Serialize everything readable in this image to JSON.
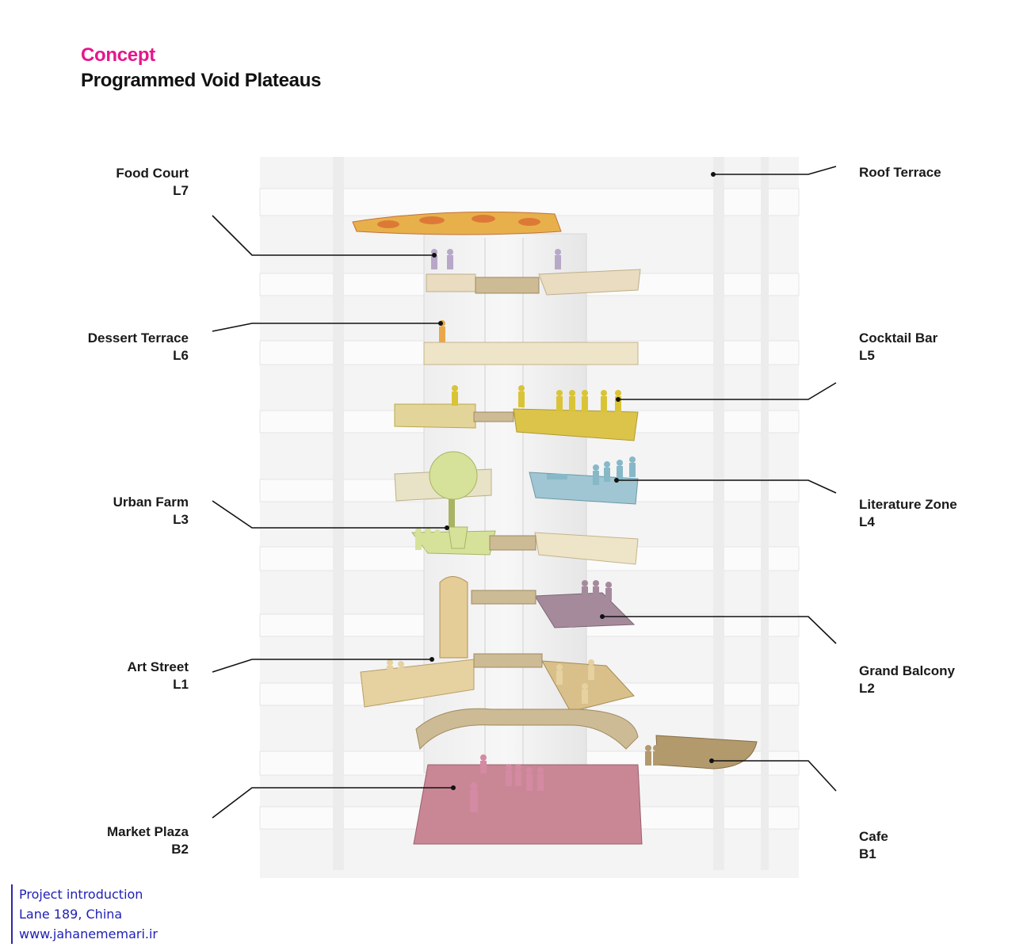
{
  "header": {
    "concept": "Concept",
    "title": "Programmed Void Plateaus"
  },
  "colors": {
    "accent": "#e6168a",
    "credit_text": "#2020b8",
    "food_court": "#e8b04a",
    "dessert_terrace": "#e8a84a",
    "cocktail_bar": "#d9c437",
    "literature_zone": "#86b8c8",
    "urban_farm": "#d6e29a",
    "grand_balcony": "#a58a9c",
    "art_street": "#e6d1a0",
    "market_plaza": "#c98796",
    "cafe": "#b29a6d"
  },
  "labels_left": [
    {
      "name": "Food Court",
      "level": "L7"
    },
    {
      "name": "Dessert Terrace",
      "level": "L6"
    },
    {
      "name": "Urban Farm",
      "level": "L3"
    },
    {
      "name": "Art Street",
      "level": "L1"
    },
    {
      "name": "Market Plaza",
      "level": "B2"
    }
  ],
  "labels_right": [
    {
      "name": "Roof Terrace",
      "level": ""
    },
    {
      "name": "Cocktail Bar",
      "level": "L5"
    },
    {
      "name": "Literature Zone",
      "level": "L4"
    },
    {
      "name": "Grand Balcony",
      "level": "L2"
    },
    {
      "name": "Cafe",
      "level": "B1"
    }
  ],
  "credits": {
    "line1": "Project introduction",
    "line2": "Lane 189, China",
    "line3": "www.jahanememari.ir"
  }
}
